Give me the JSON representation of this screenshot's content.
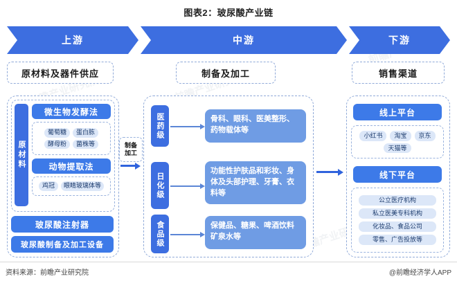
{
  "title": "图表2：玻尿酸产业链",
  "chain": {
    "stages": [
      {
        "name": "上游",
        "head": "原材料及器件供应"
      },
      {
        "name": "中游",
        "head": "制备及加工"
      },
      {
        "name": "下游",
        "head": "销售渠道"
      }
    ]
  },
  "upstream": {
    "vertical_label": "原材料",
    "methods": [
      {
        "label": "微生物发酵法",
        "tags": [
          "葡萄糖",
          "蛋白胨",
          "酵母粉",
          "菌株等"
        ]
      },
      {
        "label": "动物提取法",
        "tags": [
          "鸡冠",
          "眼睛玻璃体等"
        ]
      }
    ],
    "devices": [
      "玻尿酸注射器",
      "玻尿酸制备及加工设备"
    ]
  },
  "connector": {
    "line1": "制备",
    "line2": "加工"
  },
  "midstream": {
    "rows": [
      {
        "grade": "医药级",
        "desc": "骨科、眼科、医美整形、药物载体等"
      },
      {
        "grade": "日化级",
        "desc": "功能性护肤品和彩妆、身体及头部护理、牙膏、衣料等"
      },
      {
        "grade": "食品级",
        "desc": "保健品、糖果、啤酒饮料矿泉水等"
      }
    ]
  },
  "downstream": {
    "online": {
      "label": "线上平台",
      "tags": [
        "小红书",
        "淘宝",
        "京东",
        "天猫等"
      ]
    },
    "offline": {
      "label": "线下平台",
      "tags": [
        "公立医疗机构",
        "私立医美专科机构",
        "化妆品、食品公司",
        "零售、广告投放等"
      ]
    }
  },
  "footer": {
    "source": "资料来源：前瞻产业研究院",
    "credit": "@前瞻经济学人APP"
  },
  "watermarks": [
    "前瞻产业研究院",
    "前瞻产业研究院",
    "前瞻",
    "前瞻产业研究院",
    "前瞻产业研究院"
  ],
  "colors": {
    "chevron": "#3d6ee0",
    "bar": "#3d7ae8",
    "desc": "#6f9ce4",
    "tag": "#dce7f8",
    "dash": "#8fa9d8"
  }
}
